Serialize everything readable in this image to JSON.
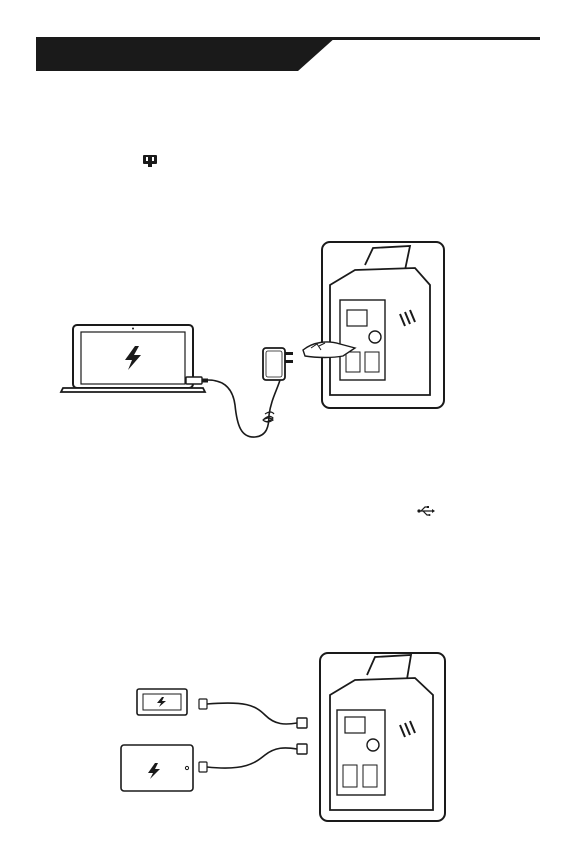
{
  "page": {
    "header": {
      "title": ""
    },
    "section_ac": {
      "outlet_icon": "ac-outlet-icon",
      "figure": {
        "device": "laptop",
        "device_icon": "lightning-icon",
        "adapter": "ac-power-adapter",
        "station": "portable-power-station"
      }
    },
    "section_usb": {
      "usb_icon": "usb-icon",
      "figure": {
        "devices": [
          "phone",
          "tablet"
        ],
        "device_icon": "lightning-icon",
        "station": "portable-power-station"
      }
    }
  }
}
